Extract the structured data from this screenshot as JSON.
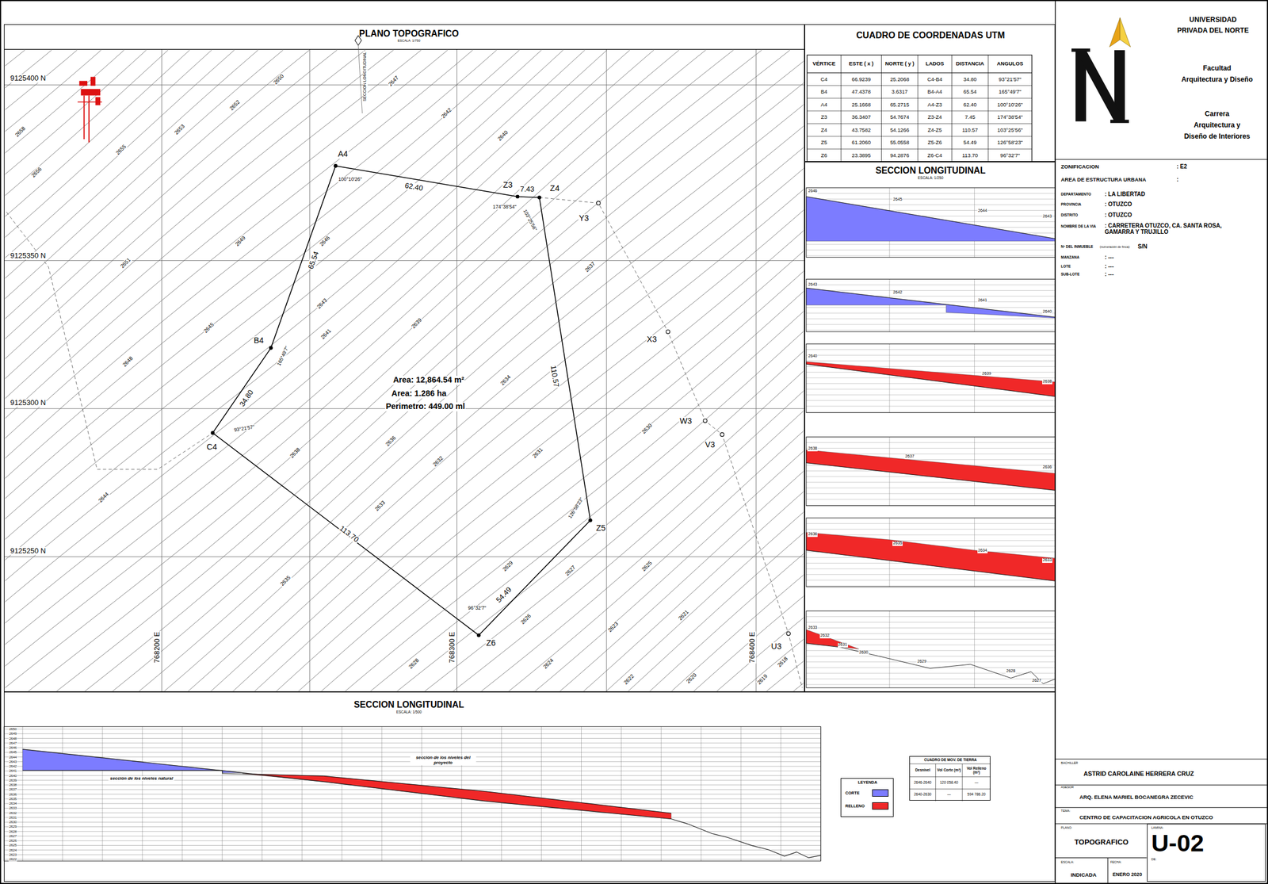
{
  "diagram": {
    "nodes": [
      {
        "text": [
          "PLANO TOPOGRAFICO",
          "ESCALA: 1/750"
        ]
      },
      {
        "text": [
          "CUADRO DE COORDENADAS UTM"
        ]
      },
      {
        "text": [
          "SECCION LONGITUDINAL",
          "ESCALA: 1/250"
        ]
      },
      {
        "text": [
          "SECCION LONGITUDINAL",
          "ESCALA: 1/500"
        ]
      },
      {
        "text": [
          "LEYENDA"
        ],
        "in": 3
      },
      {
        "text": [
          "CUADRO DE MOV. DE TIERRA"
        ],
        "in": 3
      },
      {
        "text": [
          "LAMINA:",
          "U-02",
          "DE:"
        ]
      }
    ],
    "labels": [
      "9125400 N",
      "9125350 N",
      "9125300 N",
      "9125250 N",
      "768200 E",
      "768300 E",
      "768400 E",
      "A4",
      "Z3",
      "Z4",
      "Y3",
      "X3",
      "W3",
      "V3",
      "U3",
      "Z5",
      "Z6",
      "C4",
      "B4",
      "62.40",
      "7.43",
      "65.54",
      "34.80",
      "110.57",
      "113.70",
      "54.49",
      "100°10'26\"",
      "174°38'54\"",
      "103°25'56\"",
      "165°49'7\"",
      "93°21'57\"",
      "126°58'23\"",
      "96°32'7\"",
      "Area: 12,864.54 m²",
      "Area: 1.286 ha",
      "Perimetro: 449.00 ml",
      "SECCION LONGITUDINAL",
      "2658",
      "2656",
      "2655",
      "2653",
      "2652",
      "2650",
      "2647",
      "2642",
      "2640",
      "2646",
      "2649",
      "2651",
      "2643",
      "2641",
      "2639",
      "2637",
      "2645",
      "2648",
      "2644",
      "2638",
      "2636",
      "2634",
      "2632",
      "2631",
      "2630",
      "2633",
      "2635",
      "2629",
      "2627",
      "2625",
      "2626",
      "2628",
      "2624",
      "2623",
      "2622",
      "2621",
      "2620",
      "2619",
      "2618",
      "VÉRTICE",
      "ESTE ( x )",
      "NORTE ( y )",
      "LADOS",
      "DISTANCIA",
      "ANGULOS",
      "C4",
      "66.9239",
      "25.2068",
      "C4-B4",
      "34.80",
      "93°21'57\"",
      "B4",
      "47.4378",
      "3.6317",
      "B4-A4",
      "65.54",
      "165°49'7\"",
      "A4",
      "25.1668",
      "65.2715",
      "A4-Z3",
      "62.40",
      "100°10'26\"",
      "Z3",
      "36.3407",
      "54.7674",
      "Z3-Z4",
      "7.45",
      "174°38'54\"",
      "Z4",
      "43.7582",
      "54.1266",
      "Z4-Z5",
      "110.57",
      "103°25'56\"",
      "Z5",
      "61.2060",
      "55.0558",
      "Z5-Z6",
      "54.49",
      "126°58'23\"",
      "Z6",
      "23.3895",
      "94.2876",
      "Z6-C4",
      "113.70",
      "96°32'7\"",
      "2646",
      "2645",
      "2644",
      "2643",
      "2643",
      "2642",
      "2641",
      "2640",
      "2640",
      "2639",
      "2638",
      "2638",
      "2637",
      "2636",
      "2636",
      "2635",
      "2634",
      "2633",
      "2633",
      "2632",
      "2631",
      "2630",
      "2629",
      "2628",
      "2627",
      "2650",
      "2649",
      "2648",
      "2647",
      "2646",
      "2645",
      "2644",
      "2643",
      "2642",
      "2641",
      "2640",
      "2639",
      "2638",
      "2637",
      "2636",
      "2635",
      "2634",
      "2633",
      "2632",
      "2631",
      "2630",
      "2629",
      "2628",
      "2627",
      "2626",
      "2625",
      "2624",
      "2623",
      "2622",
      "sección de los niveles natural",
      "sección de los niveles del proyecto",
      "Desnivel",
      "Vol Corte (m³)",
      "Vol Relleno (m³)",
      "2646-2640",
      "120 058.40",
      "—",
      "2640-2630",
      "—",
      "594 786.20",
      "UNIVERSIDAD",
      "PRIVADA DEL NORTE",
      "Facultad",
      "Arquitectura y Diseño",
      "Carrera",
      "Arquitectura y",
      "Diseño de Interiores",
      "ZONIFICACION",
      ": E2",
      "AREA DE ESTRUCTURA URBANA",
      ":",
      "DEPARTAMENTO",
      ": LA LIBERTAD",
      "PROVINCIA",
      ": OTUZCO",
      "DISTRITO",
      ": OTUZCO",
      "NOMBRE DE LA VIA",
      ": CARRETERA OTUZCO, CA. SANTA ROSA, GAMARRA Y TRUJILLO",
      "Nº DEL INMUEBLE",
      "(numeración de finca):",
      "S/N",
      "MANZANA",
      ": ---",
      "LOTE",
      ": ---",
      "SUB-LOTE",
      ": ---",
      "BACHILLER",
      "ASTRID CAROLAINE HERRERA CRUZ",
      "ASESOR",
      "ARQ. ELENA MARIEL BOCANEGRA ZECEVIC",
      "TEMA:",
      "CENTRO DE CAPACITACION AGRICOLA EN OTUZCO",
      "PLANO:",
      "TOPOGRAFICO",
      "ESCALA:",
      "INDICADA",
      "FECHA:",
      "ENERO 2020"
    ],
    "legend": [
      {
        "text": "CORTE",
        "color": "#7c7cff"
      },
      {
        "text": "RELLENO",
        "color": "#f02828"
      }
    ]
  }
}
